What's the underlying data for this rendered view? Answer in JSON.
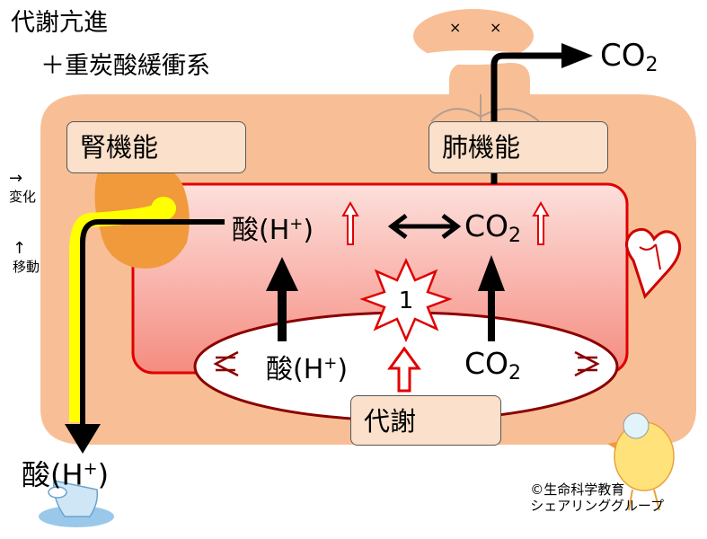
{
  "title": {
    "line1": "代謝亢進",
    "line2": "＋重炭酸緩衝系"
  },
  "labels": {
    "kidney": "腎機能",
    "lung": "肺機能",
    "metabolism": "代謝",
    "badge": "1"
  },
  "chem": {
    "acid_blood_main": "酸(H",
    "acid_cell_main": "酸(H",
    "acid_urine_main": "酸(H",
    "plus": "+",
    "close": ")",
    "co2_main": "CO",
    "co2_sub": "2"
  },
  "legend": {
    "change": "変化",
    "move": "移動"
  },
  "credit": {
    "line1": "©生命科学教育",
    "line2": "シェアリンググループ"
  },
  "colors": {
    "body": "#f8bf97",
    "blood_start": "#fde0dc",
    "blood_end": "#f58c80",
    "vessel_border": "#e00000",
    "kidney": "#f09a3c",
    "urine_path": "#ffff00",
    "arrow": "#000000",
    "increase_arrow": "#e00000"
  }
}
